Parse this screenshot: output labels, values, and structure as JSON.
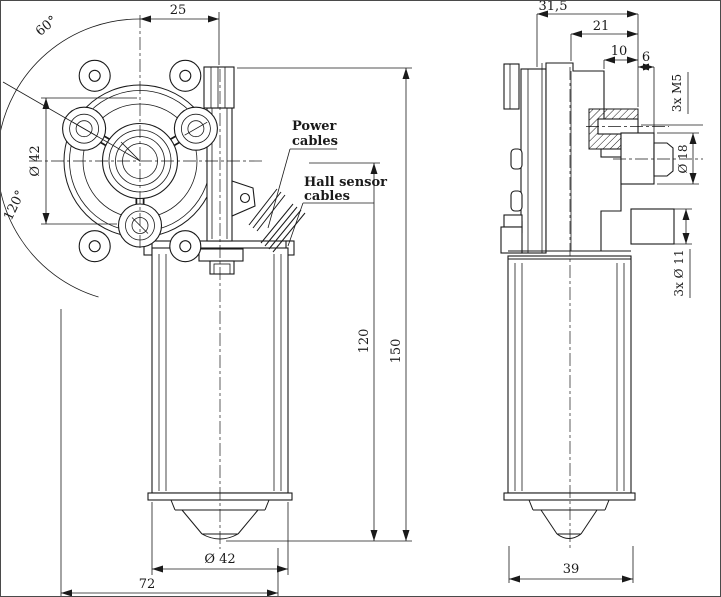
{
  "drawing": {
    "front": {
      "angle_60": "60°",
      "angle_120": "120°",
      "dim_25": "25",
      "dim_bolt_circle": "Ø 42",
      "power1": "Power",
      "power2": "cables",
      "hall1": "Hall sensor",
      "hall2": "cables",
      "dim_120": "120",
      "dim_150": "150",
      "dim_dia_42": "Ø 42",
      "dim_72": "72"
    },
    "side": {
      "dim_31_5": "31,5",
      "dim_21": "21",
      "dim_10": "10",
      "dim_6": "6",
      "thread": "3x M5",
      "dim_dia_18": "Ø 18",
      "holes": "3x Ø 11",
      "dim_39": "39"
    },
    "colors": {
      "line": "#1a1a1a",
      "background": "#ffffff"
    }
  }
}
